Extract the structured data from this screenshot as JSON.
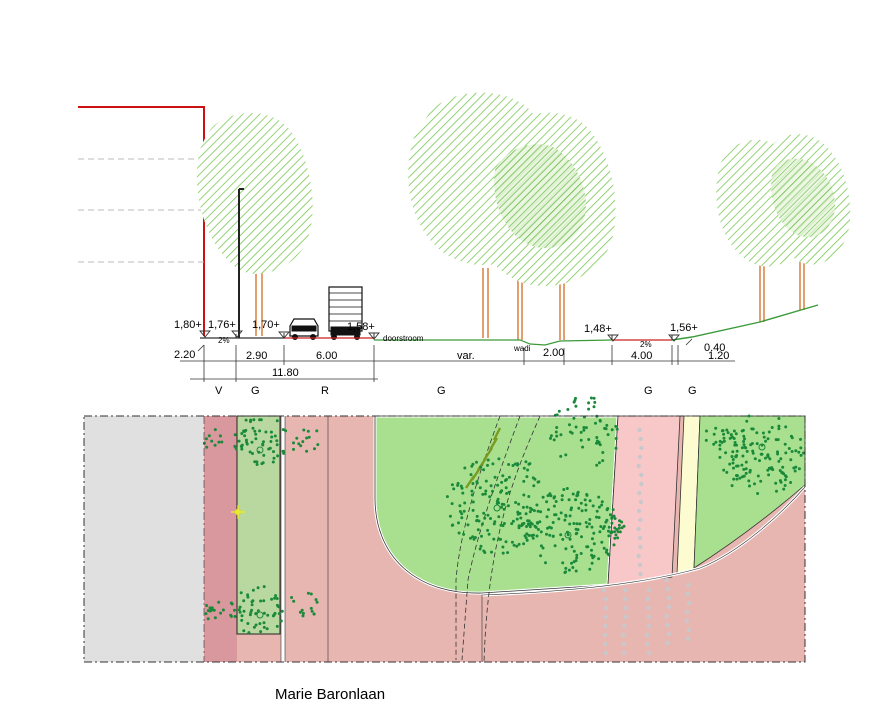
{
  "cross_section": {
    "levels": [
      {
        "id": "lv1",
        "text": "1,80+"
      },
      {
        "id": "lv2",
        "text": "1,76+"
      },
      {
        "id": "lv3",
        "text": "1,70+"
      },
      {
        "id": "lv4",
        "text": "1,58+"
      },
      {
        "id": "lv5",
        "text": "1,48+"
      },
      {
        "id": "lv6",
        "text": "1,56+"
      }
    ],
    "slopes": [
      {
        "id": "sl1",
        "text": "2%"
      },
      {
        "id": "sl2",
        "text": "2%"
      }
    ],
    "annotations": {
      "doorstroom": "doorstroom",
      "wadi": "wadi"
    },
    "dimensions": [
      {
        "id": "d1",
        "text": "2.20"
      },
      {
        "id": "d2",
        "text": "2.90"
      },
      {
        "id": "d3",
        "text": "6.00"
      },
      {
        "id": "d4",
        "text": "var."
      },
      {
        "id": "d5",
        "text": "2.00"
      },
      {
        "id": "d6",
        "text": "4.00"
      },
      {
        "id": "d7",
        "text": "0.40"
      },
      {
        "id": "d8",
        "text": "1.20"
      },
      {
        "id": "d9",
        "text": "11.80"
      }
    ],
    "zones": [
      {
        "id": "z1",
        "text": "V"
      },
      {
        "id": "z2",
        "text": "G"
      },
      {
        "id": "z3",
        "text": "R"
      },
      {
        "id": "z4",
        "text": "G"
      },
      {
        "id": "z5",
        "text": "G"
      },
      {
        "id": "z6",
        "text": "G"
      }
    ]
  },
  "plan": {
    "caption": "Marie Baronlaan"
  },
  "colors": {
    "tree_canopy": "#78c850",
    "tree_trunk": "#d88040",
    "property_line": "#cc1111",
    "road_surface": "#e8b6b0",
    "cycle_path": "#d8989e",
    "grass": "#a8e090",
    "grass_strip": "#b8d8a0",
    "paving_gray": "#e0e0e0",
    "light_pink": "#f8c8c8",
    "cream": "#fcfcd0",
    "shrub_dot": "#1a8a3a"
  }
}
